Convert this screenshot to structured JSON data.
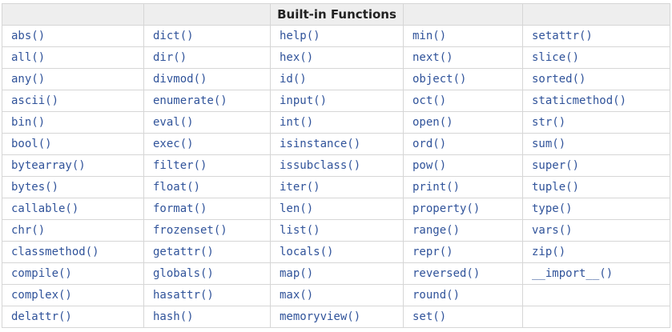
{
  "table": {
    "header": [
      "",
      "",
      "Built-in Functions",
      "",
      ""
    ],
    "columns": [
      [
        "abs()",
        "all()",
        "any()",
        "ascii()",
        "bin()",
        "bool()",
        "bytearray()",
        "bytes()",
        "callable()",
        "chr()",
        "classmethod()",
        "compile()",
        "complex()",
        "delattr()"
      ],
      [
        "dict()",
        "dir()",
        "divmod()",
        "enumerate()",
        "eval()",
        "exec()",
        "filter()",
        "float()",
        "format()",
        "frozenset()",
        "getattr()",
        "globals()",
        "hasattr()",
        "hash()"
      ],
      [
        "help()",
        "hex()",
        "id()",
        "input()",
        "int()",
        "isinstance()",
        "issubclass()",
        "iter()",
        "len()",
        "list()",
        "locals()",
        "map()",
        "max()",
        "memoryview()"
      ],
      [
        "min()",
        "next()",
        "object()",
        "oct()",
        "open()",
        "ord()",
        "pow()",
        "print()",
        "property()",
        "range()",
        "repr()",
        "reversed()",
        "round()",
        "set()"
      ],
      [
        "setattr()",
        "slice()",
        "sorted()",
        "staticmethod()",
        "str()",
        "sum()",
        "super()",
        "tuple()",
        "type()",
        "vars()",
        "zip()",
        "__import__()",
        "",
        ""
      ]
    ]
  },
  "colors": {
    "link": "#30539a",
    "header_bg": "#eeeeee",
    "border": "#d6d6d6"
  }
}
